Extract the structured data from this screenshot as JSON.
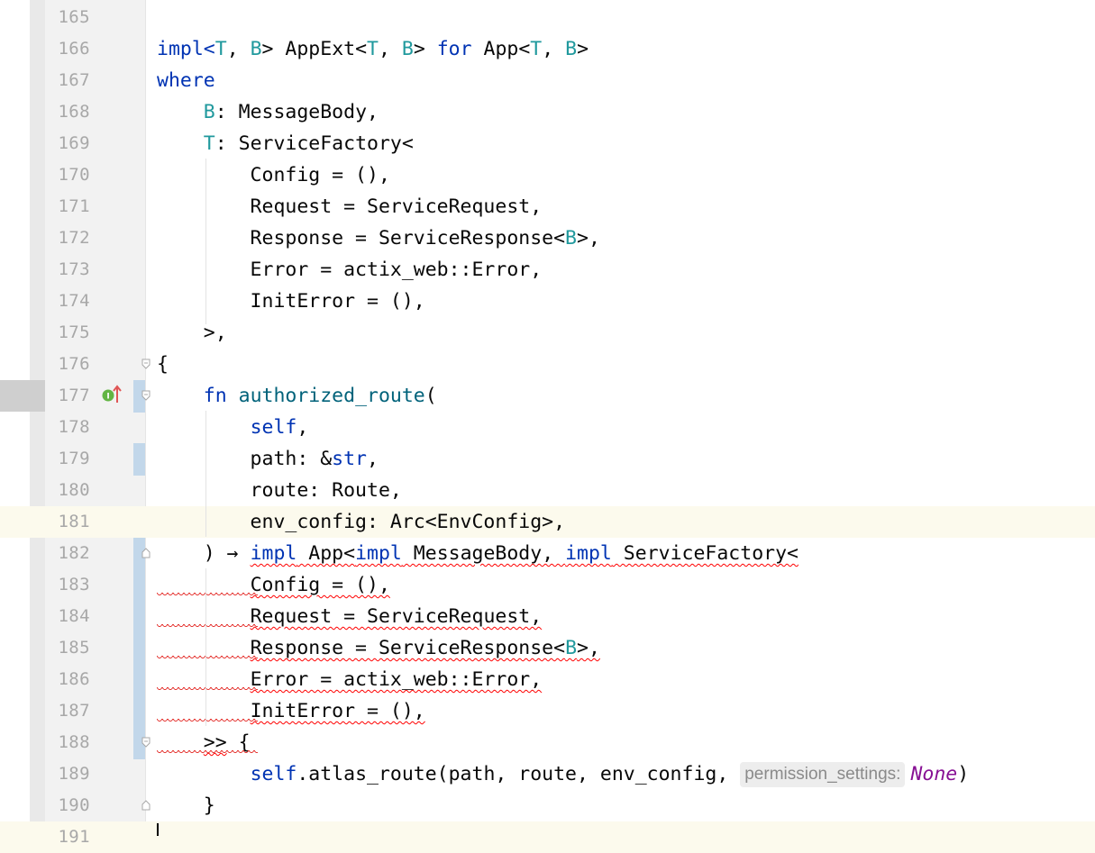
{
  "editor": {
    "lines": [
      {
        "n": "165",
        "parts": []
      },
      {
        "n": "166",
        "parts": [
          {
            "t": "impl<",
            "c": "kw"
          },
          {
            "t": "T",
            "c": "tp"
          },
          {
            "t": ", "
          },
          {
            "t": "B",
            "c": "tp"
          },
          {
            "t": "> AppExt<"
          },
          {
            "t": "T",
            "c": "tp"
          },
          {
            "t": ", "
          },
          {
            "t": "B",
            "c": "tp"
          },
          {
            "t": "> "
          },
          {
            "t": "for",
            "c": "kw"
          },
          {
            "t": " App<"
          },
          {
            "t": "T",
            "c": "tp"
          },
          {
            "t": ", "
          },
          {
            "t": "B",
            "c": "tp"
          },
          {
            "t": ">"
          }
        ]
      },
      {
        "n": "167",
        "parts": [
          {
            "t": "where",
            "c": "kw"
          }
        ]
      },
      {
        "n": "168",
        "parts": [
          {
            "t": "    "
          },
          {
            "t": "B",
            "c": "tp"
          },
          {
            "t": ": MessageBody,"
          }
        ]
      },
      {
        "n": "169",
        "parts": [
          {
            "t": "    "
          },
          {
            "t": "T",
            "c": "tp"
          },
          {
            "t": ": ServiceFactory<"
          }
        ]
      },
      {
        "n": "170",
        "parts": [
          {
            "t": "        Config = (),"
          }
        ]
      },
      {
        "n": "171",
        "parts": [
          {
            "t": "        Request = ServiceRequest,"
          }
        ]
      },
      {
        "n": "172",
        "parts": [
          {
            "t": "        Response = ServiceResponse<"
          },
          {
            "t": "B",
            "c": "tp"
          },
          {
            "t": ">,"
          }
        ]
      },
      {
        "n": "173",
        "parts": [
          {
            "t": "        Error = actix_web::Error,"
          }
        ]
      },
      {
        "n": "174",
        "parts": [
          {
            "t": "        InitError = (),"
          }
        ]
      },
      {
        "n": "175",
        "parts": [
          {
            "t": "    >,"
          }
        ]
      },
      {
        "n": "176",
        "parts": [
          {
            "t": "{"
          }
        ]
      },
      {
        "n": "177",
        "parts": [
          {
            "t": "    "
          },
          {
            "t": "fn",
            "c": "kw"
          },
          {
            "t": " "
          },
          {
            "t": "authorized_route",
            "c": "fn"
          },
          {
            "t": "("
          }
        ]
      },
      {
        "n": "178",
        "parts": [
          {
            "t": "        "
          },
          {
            "t": "self",
            "c": "selfkw"
          },
          {
            "t": ","
          }
        ]
      },
      {
        "n": "179",
        "parts": [
          {
            "t": "        path: &"
          },
          {
            "t": "str",
            "c": "kw"
          },
          {
            "t": ","
          }
        ]
      },
      {
        "n": "180",
        "parts": [
          {
            "t": "        route: Route,"
          }
        ]
      },
      {
        "n": "181",
        "parts": [
          {
            "t": "        env_config: Arc<EnvConfig>,"
          }
        ]
      },
      {
        "n": "182",
        "parts": [
          {
            "t": "    ) → "
          },
          {
            "t": "impl",
            "c": "kw sq"
          },
          {
            "t": " App<",
            "c": "sq"
          },
          {
            "t": "impl",
            "c": "kw sq"
          },
          {
            "t": " MessageBody, ",
            "c": "sq"
          },
          {
            "t": "impl",
            "c": "kw sq"
          },
          {
            "t": " ServiceFactory<",
            "c": "sq"
          }
        ]
      },
      {
        "n": "183",
        "parts": [
          {
            "t": "        "
          },
          {
            "t": "Config = (),",
            "c": "sq"
          }
        ],
        "lead": true
      },
      {
        "n": "184",
        "parts": [
          {
            "t": "        "
          },
          {
            "t": "Request = ServiceRequest,",
            "c": "sq"
          }
        ],
        "lead": true
      },
      {
        "n": "185",
        "parts": [
          {
            "t": "        "
          },
          {
            "t": "Response = ServiceResponse<",
            "c": "sq"
          },
          {
            "t": "B",
            "c": "tp sq"
          },
          {
            "t": ">,",
            "c": "sq"
          }
        ],
        "lead": true
      },
      {
        "n": "186",
        "parts": [
          {
            "t": "        "
          },
          {
            "t": "Error = actix_web::Error,",
            "c": "sq"
          }
        ],
        "lead": true
      },
      {
        "n": "187",
        "parts": [
          {
            "t": "        "
          },
          {
            "t": "InitError = (),",
            "c": "sq"
          }
        ],
        "lead": true
      },
      {
        "n": "188",
        "parts": [
          {
            "t": "    "
          },
          {
            "t": ">>",
            "c": "sq"
          },
          {
            "t": " {"
          }
        ],
        "lead": true
      },
      {
        "n": "189",
        "parts": [
          {
            "t": "        "
          },
          {
            "t": "self",
            "c": "selfkw"
          },
          {
            "t": ".atlas_route(path, route, env_config, "
          },
          {
            "hint": "permission_settings:"
          },
          {
            "t": "None",
            "c": "none"
          },
          {
            "t": ")"
          }
        ]
      },
      {
        "n": "190",
        "parts": [
          {
            "t": "    }"
          }
        ]
      },
      {
        "n": "191",
        "parts": []
      }
    ],
    "icons": {
      "implements": "implementing-method-icon",
      "arrow": "overrides-arrow-up-icon"
    },
    "colors": {
      "keyword": "#0033b3",
      "type_param": "#20999d",
      "function": "#00627a",
      "italic_none": "#871094",
      "error": "#ff0000",
      "current_line": "#fcfaed",
      "change_marker": "#c2d7ea"
    }
  }
}
